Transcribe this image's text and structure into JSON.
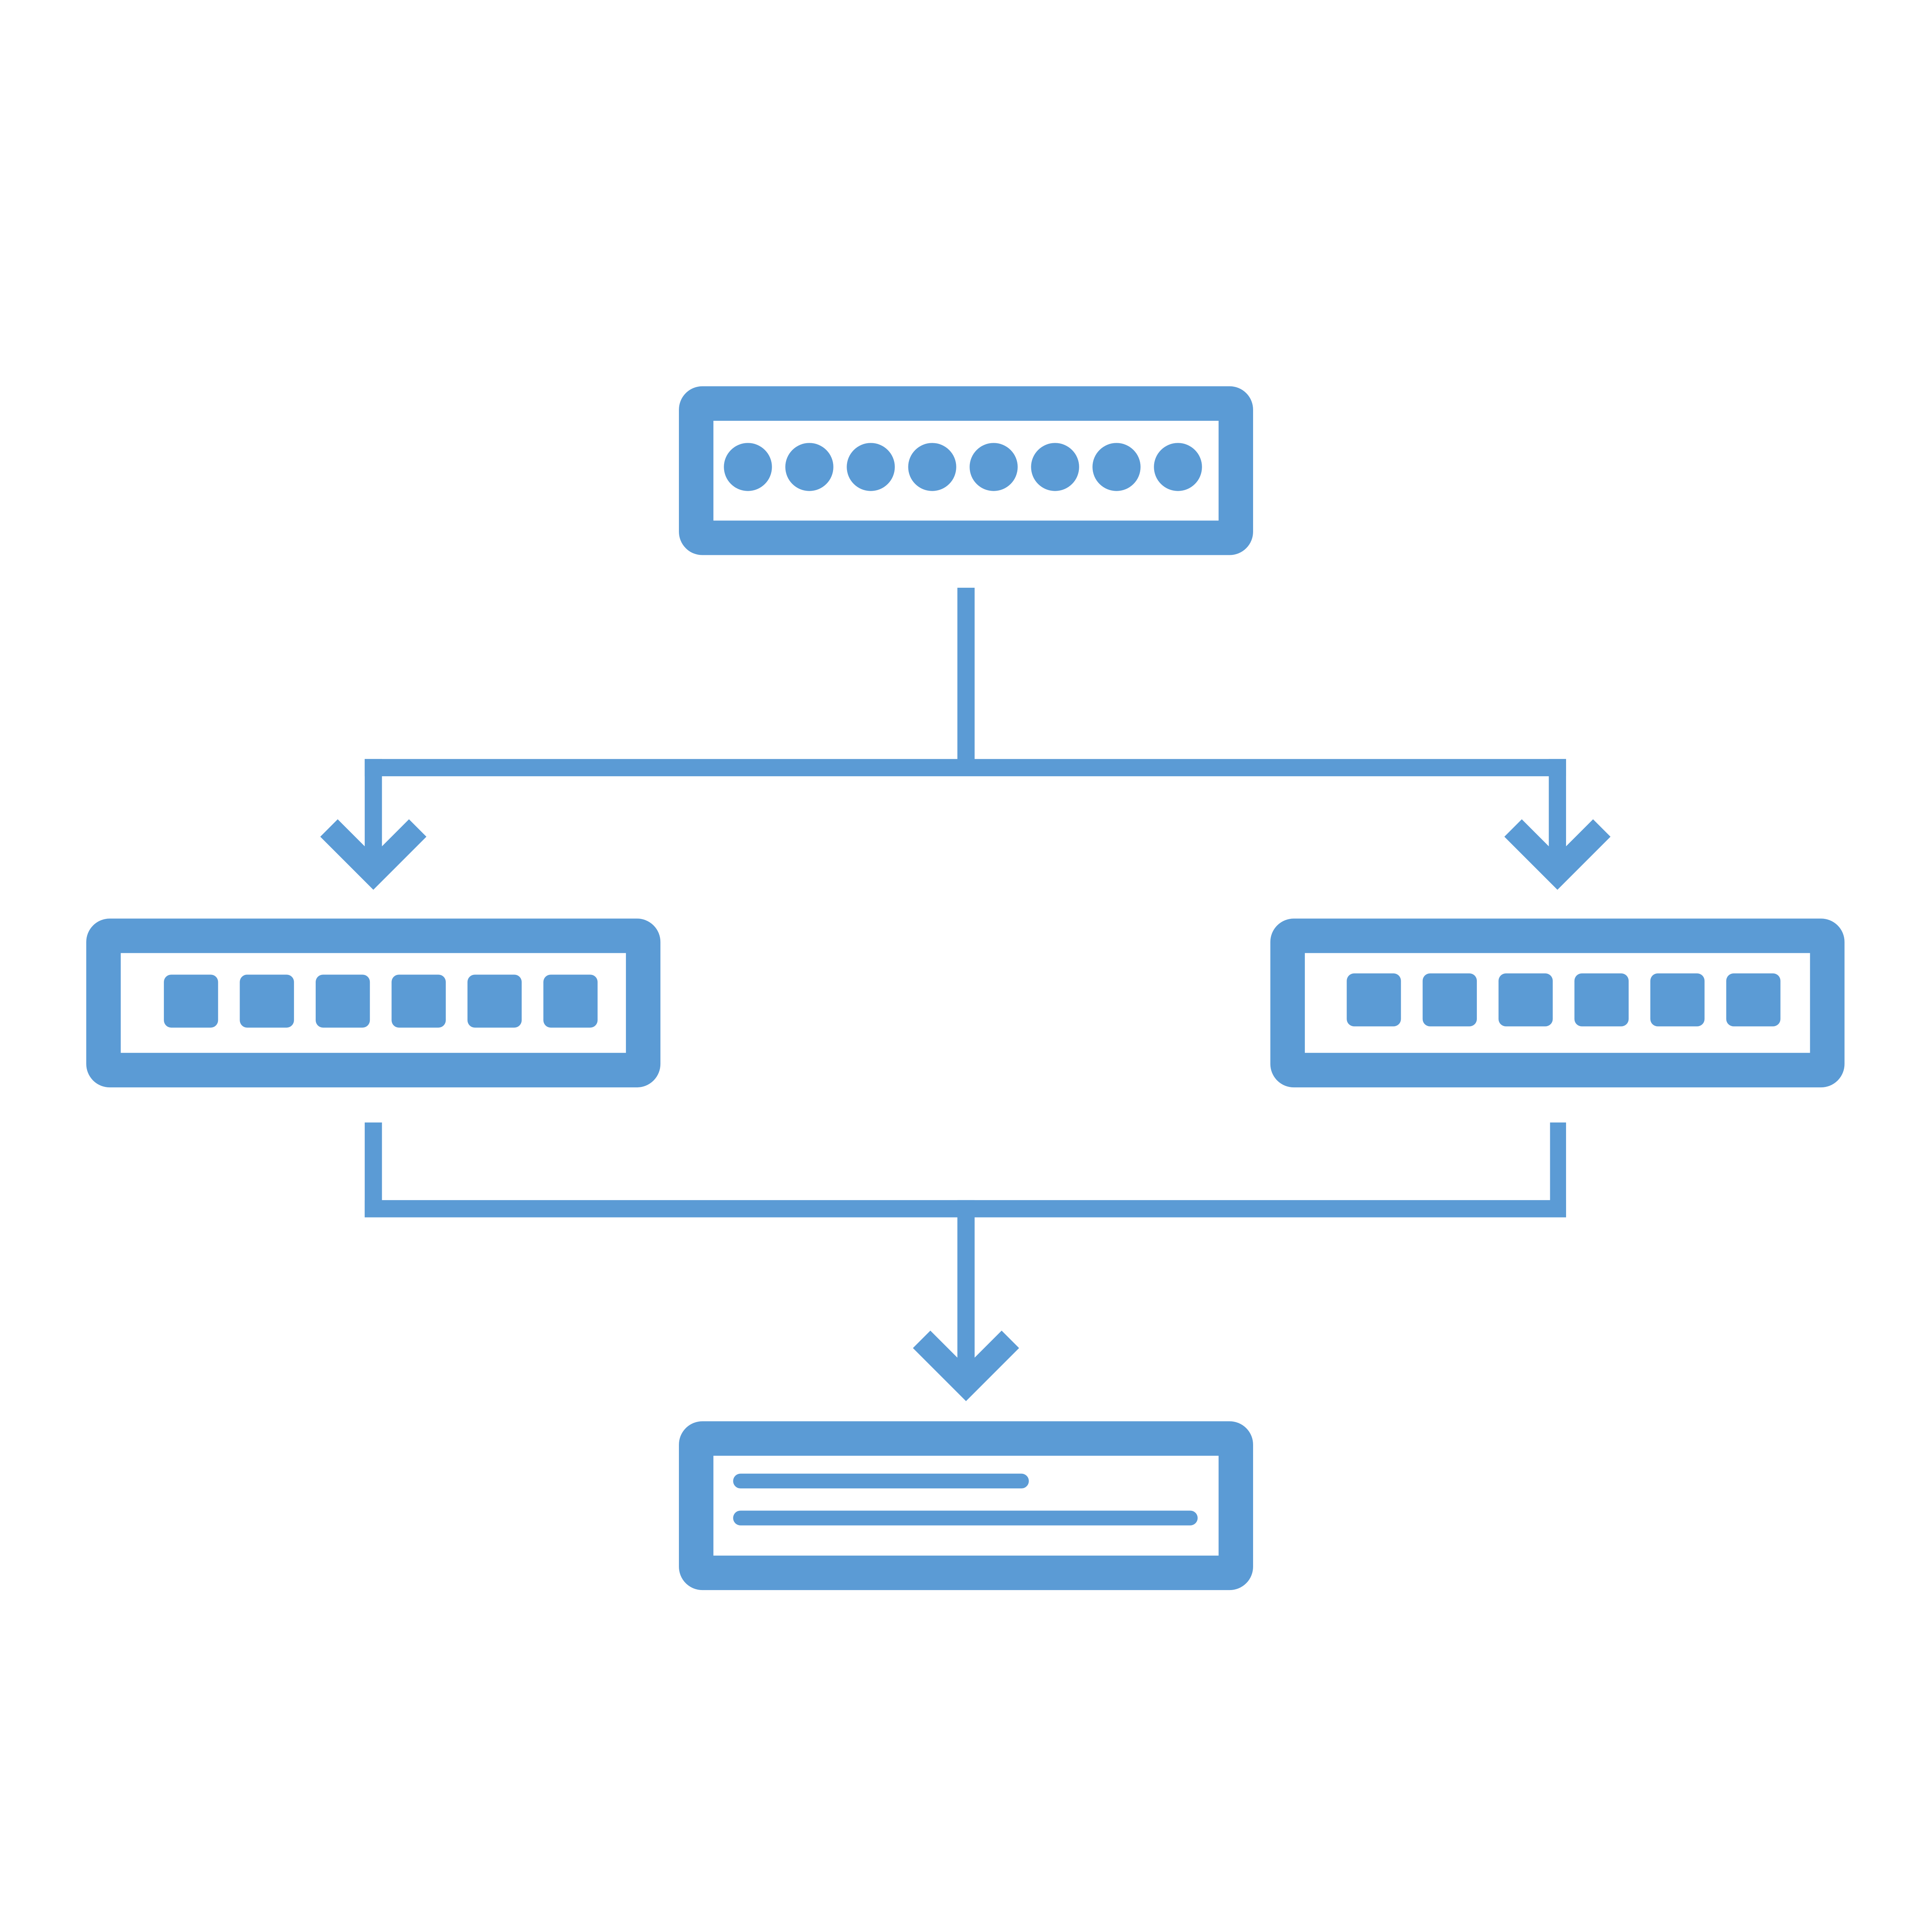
{
  "colors": {
    "accent": "#5B9BD5",
    "background": "#FFFFFF"
  },
  "diagram": {
    "nodes": [
      {
        "id": "source",
        "icon": "dots-panel-icon",
        "dot_count": 8
      },
      {
        "id": "left-branch",
        "icon": "blocks-panel-icon",
        "block_count": 6
      },
      {
        "id": "right-branch",
        "icon": "blocks-panel-icon",
        "block_count": 6
      },
      {
        "id": "output",
        "icon": "lines-panel-icon",
        "line_count": 2
      }
    ],
    "edges": [
      {
        "from": "source",
        "to": "left-branch"
      },
      {
        "from": "source",
        "to": "right-branch"
      },
      {
        "from": "left-branch",
        "to": "output"
      },
      {
        "from": "right-branch",
        "to": "output"
      }
    ]
  }
}
